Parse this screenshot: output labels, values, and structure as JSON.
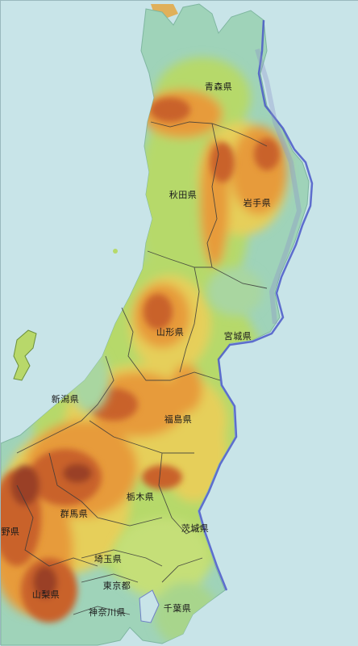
{
  "map": {
    "colors": {
      "sea": "#c8e4e8",
      "lowland": "#9fd3b9",
      "plain": "#b6d96a",
      "hill": "#e6cf5a",
      "mountain": "#e79b3a",
      "high": "#c9622b",
      "peak": "#9a3f28",
      "coast_outline": "#4a58c8",
      "boundary": "#3a3a3a"
    },
    "prefectures": [
      {
        "id": "aomori",
        "name": "青森県"
      },
      {
        "id": "akita",
        "name": "秋田県"
      },
      {
        "id": "iwate",
        "name": "岩手県"
      },
      {
        "id": "yamagata",
        "name": "山形県"
      },
      {
        "id": "miyagi",
        "name": "宮城県"
      },
      {
        "id": "niigata",
        "name": "新潟県"
      },
      {
        "id": "fukushima",
        "name": "福島県"
      },
      {
        "id": "tochigi",
        "name": "栃木県"
      },
      {
        "id": "gunma",
        "name": "群馬県"
      },
      {
        "id": "nagano",
        "name": "野県"
      },
      {
        "id": "ibaraki",
        "name": "茨城県"
      },
      {
        "id": "saitama",
        "name": "埼玉県"
      },
      {
        "id": "tokyo",
        "name": "東京都"
      },
      {
        "id": "yamanashi",
        "name": "山梨県"
      },
      {
        "id": "kanagawa",
        "name": "神奈川県"
      },
      {
        "id": "chiba",
        "name": "千葉県"
      }
    ]
  }
}
